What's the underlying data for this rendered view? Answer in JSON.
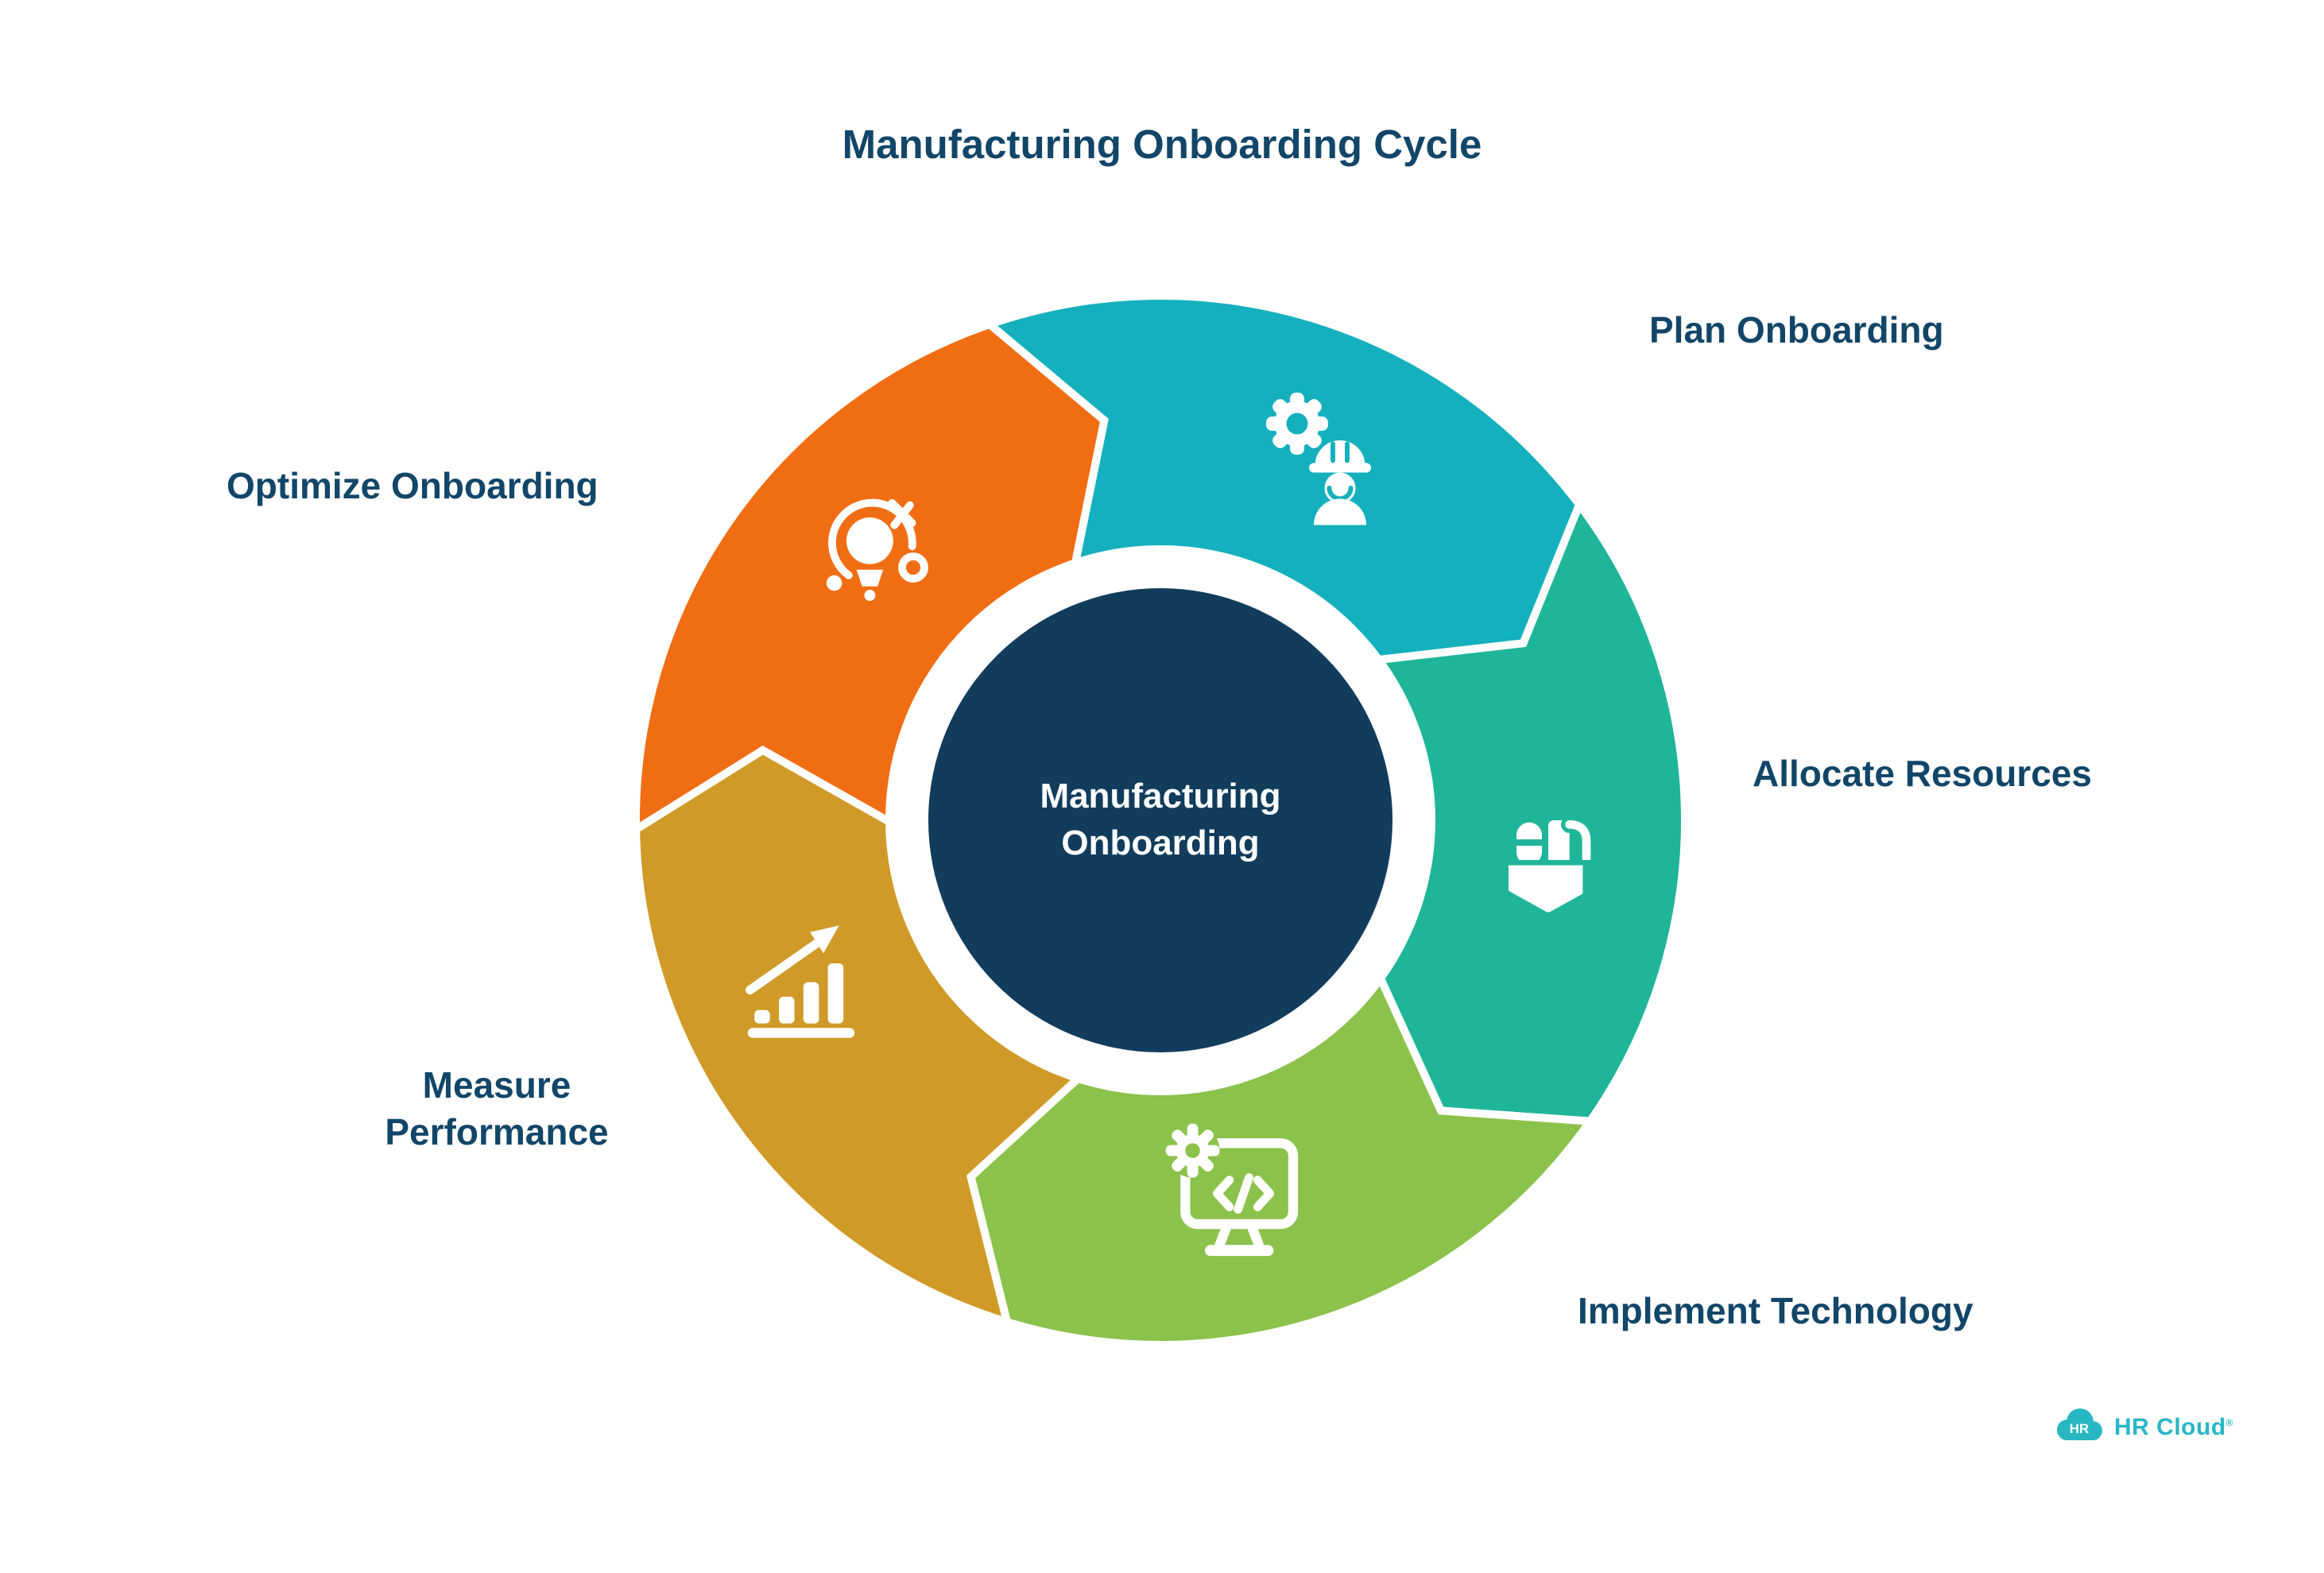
{
  "title": "Manufacturing Onboarding Cycle",
  "center": {
    "line1": "Manufacturing",
    "line2": "Onboarding"
  },
  "colors": {
    "background": "#ffffff",
    "text": "#124668",
    "center_circle": "#113c5c",
    "separator": "#ffffff",
    "logo_teal": "#27b7c3",
    "logo_badge_text": "#ffffff"
  },
  "segments": [
    {
      "id": "plan",
      "label": "Plan Onboarding",
      "color": "#15b0bd",
      "icon": "gear-worker-icon"
    },
    {
      "id": "allocate",
      "label": "Allocate Resources",
      "color": "#1fb598",
      "icon": "tool-pouch-icon"
    },
    {
      "id": "implement",
      "label": "Implement Technology",
      "color": "#8bc24b",
      "icon": "monitor-code-icon"
    },
    {
      "id": "measure",
      "label": "Measure Performance",
      "color": "#d09a28",
      "icon": "chart-growth-icon"
    },
    {
      "id": "optimize",
      "label": "Optimize Onboarding",
      "color": "#f16d13",
      "icon": "bulb-refresh-icon"
    }
  ],
  "logo": {
    "badge": "HR",
    "name": "HR Cloud",
    "registered": "®"
  }
}
